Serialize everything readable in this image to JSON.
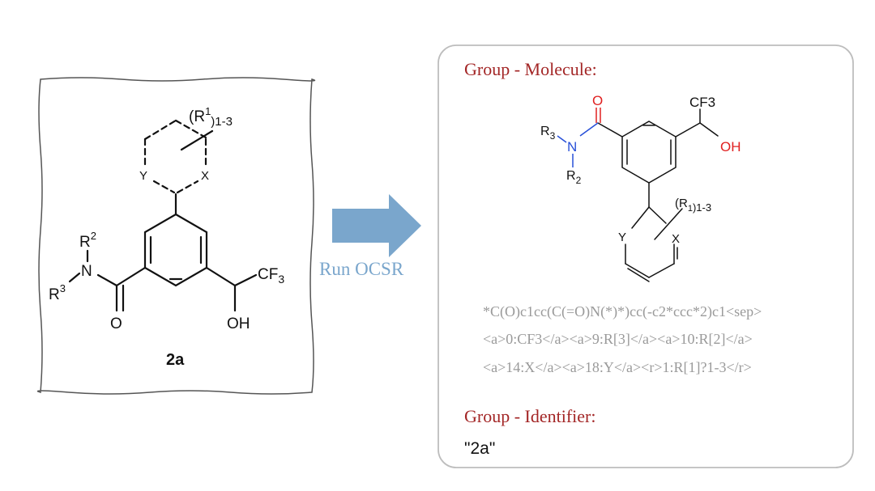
{
  "colors": {
    "accent_red": "#a32626",
    "arrow_blue": "#7aa6cc",
    "smiles_gray": "#9a9a9a",
    "oxygen_red": "#e02020",
    "nitrogen_blue": "#2850d8"
  },
  "left_panel": {
    "compound_label": "2a",
    "atoms": {
      "r1": "(R",
      "r1_sup": "1",
      "r1_sub": ")1-3",
      "y": "Y",
      "x": "X",
      "r2": "R",
      "r2_sup": "2",
      "n": "N",
      "r3": "R",
      "r3_sup": "3",
      "o": "O",
      "cf3": "CF",
      "cf3_sub": "3",
      "oh": "OH"
    }
  },
  "arrow": {
    "label": "Run OCSR"
  },
  "right_panel": {
    "molecule_heading": "Group - Molecule:",
    "atoms": {
      "o": "O",
      "cf3": "CF3",
      "oh": "OH",
      "r3": "R",
      "r3_sub": "3",
      "n": "N",
      "r2": "R",
      "r2_sub": "2",
      "r1": "(R",
      "r1_sub": "1",
      "r1_range": ")1-3",
      "y": "Y",
      "x": "X"
    },
    "smiles_lines": [
      "*C(O)c1cc(C(=O)N(*)*)cc(-c2*ccc*2)c1<sep>",
      "<a>0:CF3</a><a>9:R[3]</a><a>10:R[2]</a>",
      "<a>14:X</a><a>18:Y</a><r>1:R[1]?1-3</r>"
    ],
    "identifier_heading": "Group - Identifier:",
    "identifier_value": "\"2a\""
  }
}
